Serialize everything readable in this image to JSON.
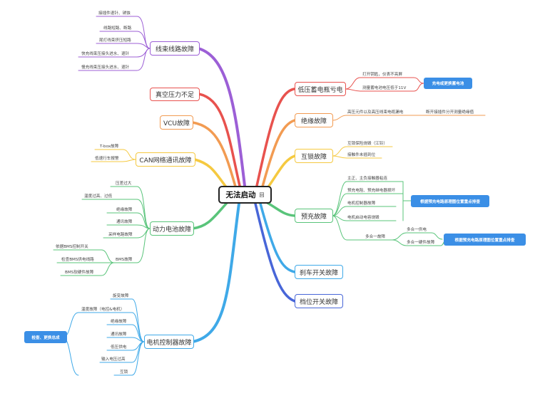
{
  "root": {
    "title": "无法启动",
    "icon": "回"
  },
  "colors": {
    "purple": "#9c5fd6",
    "red": "#e8524e",
    "orange": "#f29b52",
    "yellow": "#f5c940",
    "green": "#59c47a",
    "blue": "#3fa9e8",
    "indigo": "#4866d8",
    "tag": "#3b8fe6"
  },
  "branches": {
    "wiring": {
      "label": "线束线路故障",
      "items": [
        "接插件退针、锈蚀",
        "线路短路、断路",
        "尾灯线束挤压短路",
        "快充线束压接头进水、退针",
        "慢充线束压接头进水、退针"
      ]
    },
    "vacuum": {
      "label": "真空压力不足"
    },
    "vcu": {
      "label": "VCU故障"
    },
    "can": {
      "label": "CAN网络通讯故障",
      "items": [
        "T-box故障",
        "低速行车报警"
      ]
    },
    "battery": {
      "label": "动力电池故障",
      "items": [
        "压差过大",
        "温度过高、过低",
        "绝缘故障",
        "通讯故障",
        "采样电路故障"
      ],
      "bms": {
        "label": "BMS故障",
        "items": [
          "依据BMS控制开关",
          "检查BMS供电线路",
          "BMS软硬件故障"
        ]
      }
    },
    "motor": {
      "label": "电机控制器故障",
      "items": [
        "旋变故障",
        "温度故障（电控&电机）",
        "绝缘故障",
        "通讯故障",
        "低压供电",
        "输入电压过高",
        "互锁"
      ],
      "tag": "检查、更换总成"
    },
    "lowvolt": {
      "label": "低压蓄电瓶亏电",
      "items": [
        "打开钥匙，仪表不亮屏",
        "测量蓄电池电压低于11V"
      ],
      "tag": "充电或更换蓄电池"
    },
    "insulation": {
      "label": "绝缘故障",
      "items": [
        "高压元件以及高压线束电缆漏电"
      ],
      "sub": "断开接插件分开测量绝缘值"
    },
    "interlock": {
      "label": "互锁故障",
      "items": [
        "互锁保险烧毁（江铃）",
        "接触件未插到位"
      ]
    },
    "precharge": {
      "label": "预充故障",
      "items": [
        "主正、主负接触器粘连",
        "预充电阻、预充继电器损坏",
        "电机控制器故障",
        "电机启动电容烧毁"
      ],
      "tag1": "根据预充电路原理图位置重点排查",
      "combo": {
        "label": "多合一故障",
        "items": [
          "多合一供电",
          "多合一硬件故障"
        ]
      },
      "tag2": "根据预充电路原理图位置重点排查"
    },
    "brake": {
      "label": "刹车开关故障"
    },
    "gear": {
      "label": "档位开关故障"
    }
  }
}
